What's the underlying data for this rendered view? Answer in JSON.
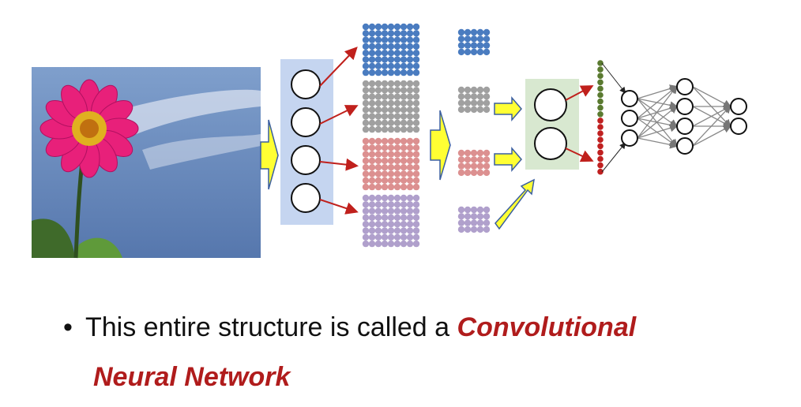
{
  "slide": {
    "bullet_symbol": "•",
    "text_plain": "This entire structure is called a ",
    "text_emphasis_1": "Convolutional",
    "text_emphasis_2": "Neural Network"
  },
  "colors": {
    "emphasis": "#b01c1c",
    "arrow_yellow": "#ffff33",
    "arrow_red": "#c0201c",
    "conv_box": "#c5d5f0",
    "pool_box": "#d8e8d0",
    "map_blue": "#4a7cc0",
    "map_gray": "#a0a0a0",
    "map_red": "#dc9090",
    "map_purple": "#b0a0cc",
    "flat_green": "#5a7a30",
    "flat_red": "#c02020"
  },
  "diagram": {
    "input_image": "flower-photo",
    "conv_filters": 4,
    "feature_maps": 4,
    "pool_filters": 2,
    "dense_layers": [
      3,
      4,
      2
    ]
  }
}
